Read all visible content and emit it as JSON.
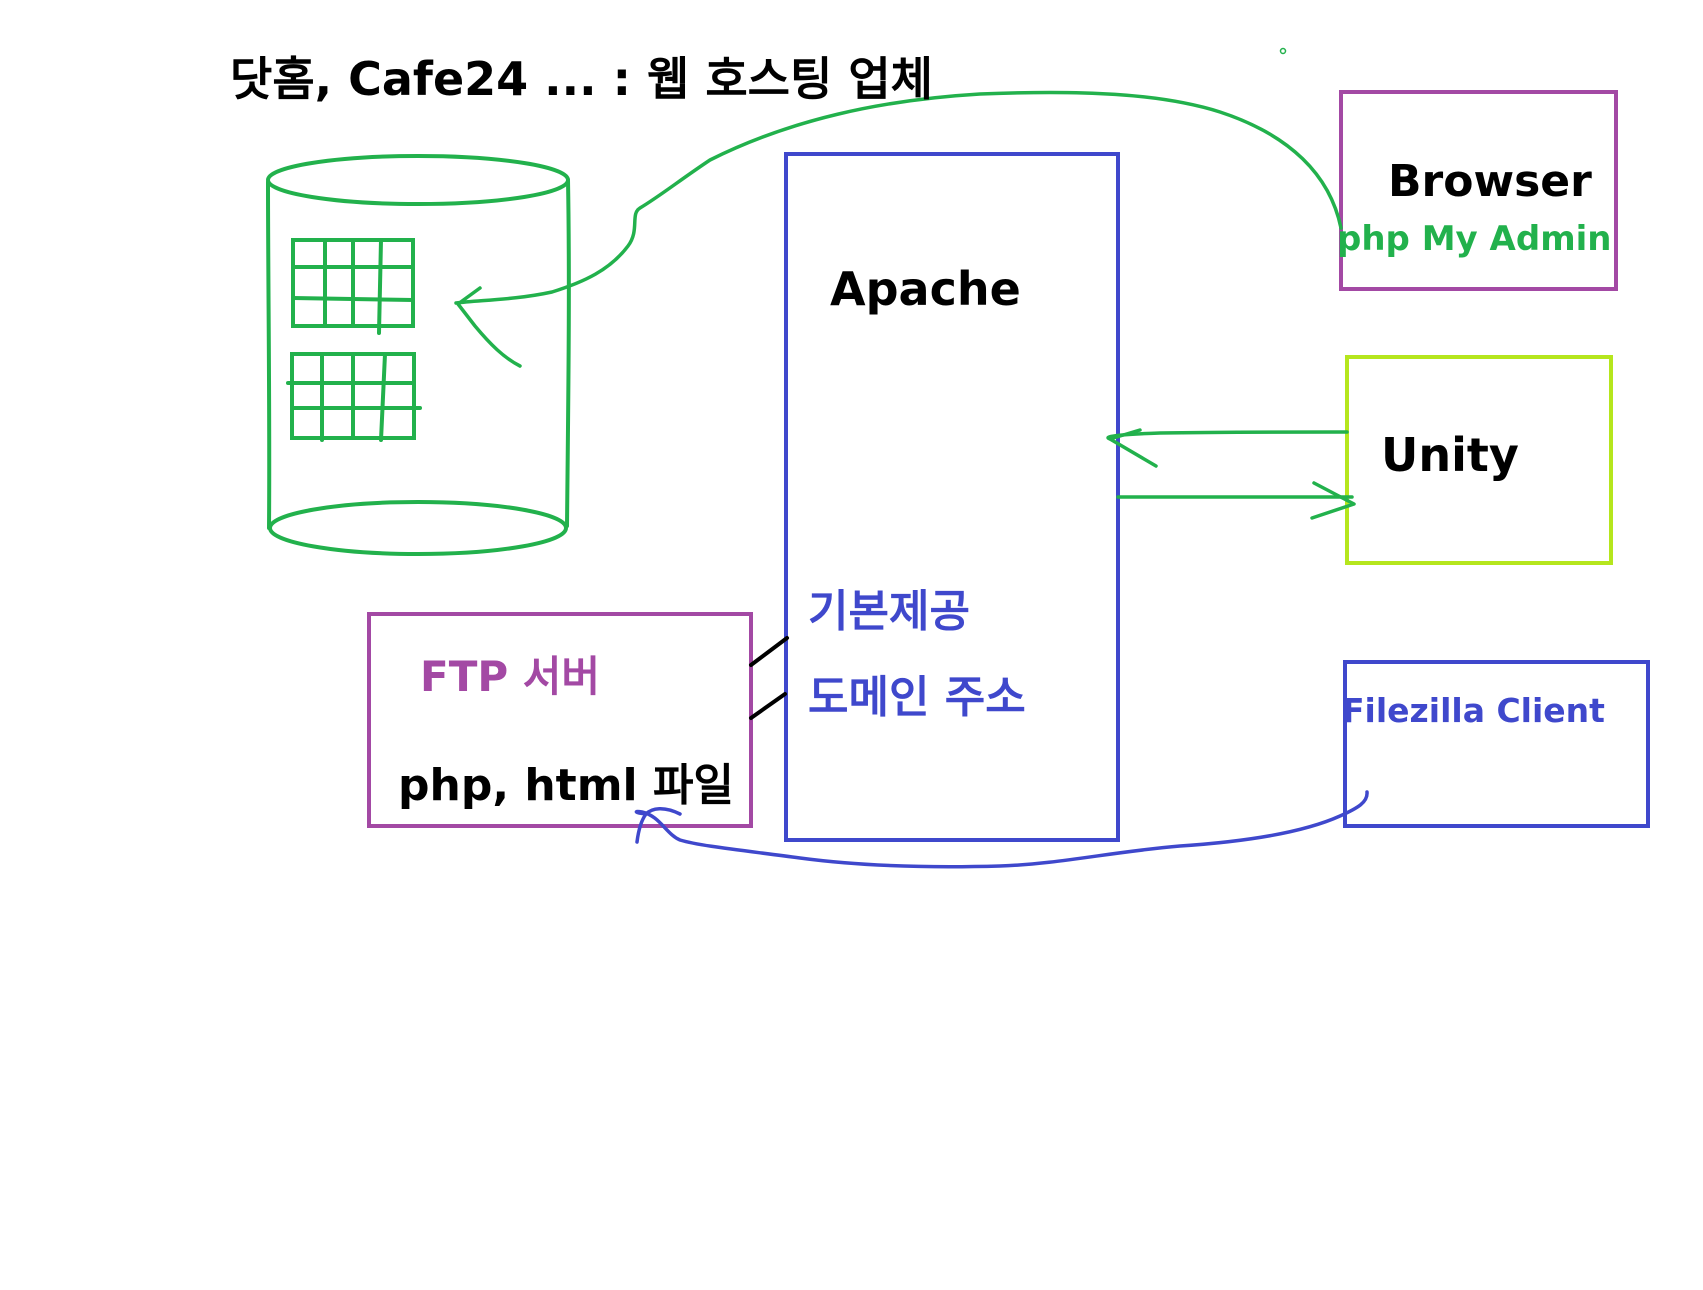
{
  "title": "닷홈, Cafe24 ... : 웹 호스팅 업체",
  "apache": {
    "label": "Apache",
    "basic_provided": "기본제공",
    "domain_address": "도메인 주소"
  },
  "browser": {
    "label": "Browser",
    "tool": "php My Admin"
  },
  "unity": {
    "label": "Unity"
  },
  "ftp_server": {
    "label": "FTP 서버",
    "files": "php, html 파일"
  },
  "filezilla": {
    "label": "Filezilla Client"
  },
  "colors": {
    "database": "#22b14c",
    "apache": "#3f48cc",
    "browser_box": "#a349a4",
    "unity_box": "#b5e61d",
    "ftp_box": "#a349a4",
    "filezilla_box": "#3f48cc",
    "text": "#000000",
    "php_my_admin_text": "#22b14c",
    "ftp_text": "#a349a4",
    "apache_blue_text": "#3f48cc",
    "filezilla_text": "#3f48cc"
  }
}
